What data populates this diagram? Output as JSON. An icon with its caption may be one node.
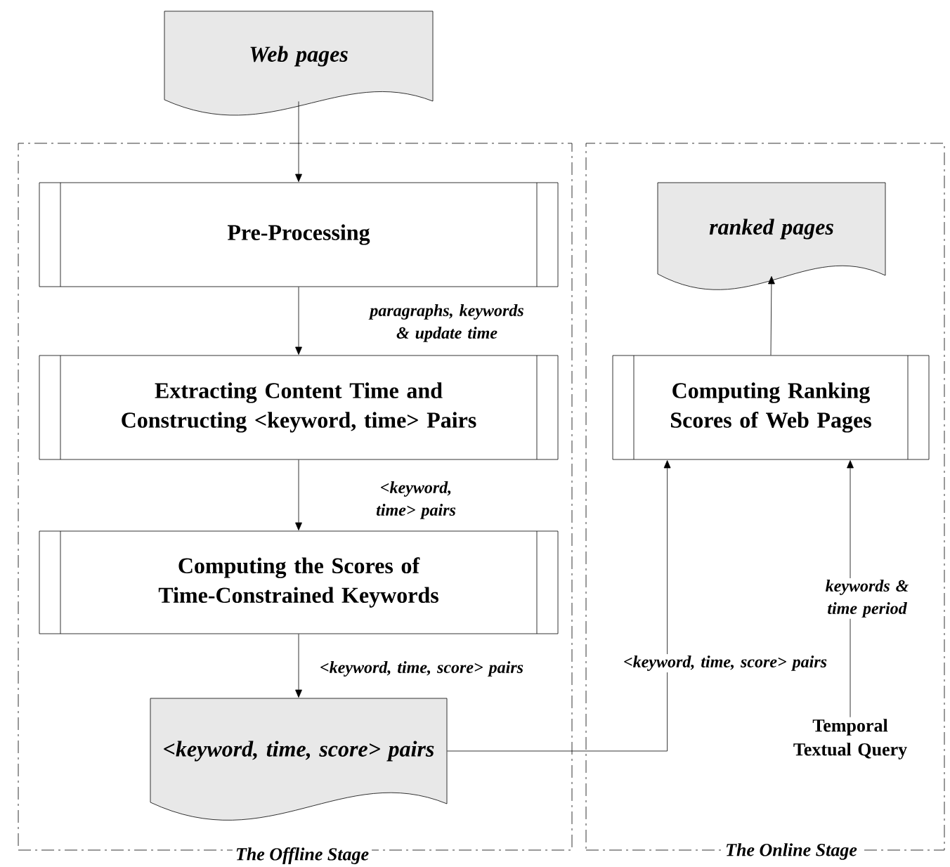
{
  "diagram": {
    "nodes": [
      {
        "text": [
          "Web pages"
        ]
      },
      {
        "text": [
          "The Offline Stage"
        ]
      },
      {
        "text": [
          "The Online Stage"
        ]
      },
      {
        "text": [
          "Pre-Processing"
        ],
        "in": 1
      },
      {
        "text": [
          "Extracting Content Time and Constructing <keyword, time> Pairs"
        ],
        "in": 1
      },
      {
        "text": [
          "Computing the Scores of Time-Constrained Keywords"
        ],
        "in": 1
      },
      {
        "text": [
          "<keyword, time, score> pairs"
        ],
        "in": 1
      },
      {
        "text": [
          "ranked pages"
        ],
        "in": 2
      },
      {
        "text": [
          "Computing Ranking Scores of Web Pages"
        ],
        "in": 2
      },
      {
        "text": [
          "Temporal Textual Query"
        ],
        "in": 2
      }
    ],
    "edges": [
      {
        "from": 0,
        "to": 3,
        "arrow": "to"
      },
      {
        "from": 3,
        "to": 4,
        "arrow": "to",
        "label": "paragraphs, keywords & update time"
      },
      {
        "from": 4,
        "to": 5,
        "arrow": "to",
        "label": "<keyword, time> pairs"
      },
      {
        "from": 5,
        "to": 6,
        "arrow": "to",
        "label": "<keyword, time, score> pairs"
      },
      {
        "from": 6,
        "to": 8,
        "arrow": "to",
        "label": "<keyword, time, score> pairs"
      },
      {
        "from": 9,
        "to": 8,
        "arrow": "to",
        "label": "keywords & time period"
      },
      {
        "from": 8,
        "to": 7,
        "arrow": "to"
      }
    ]
  }
}
